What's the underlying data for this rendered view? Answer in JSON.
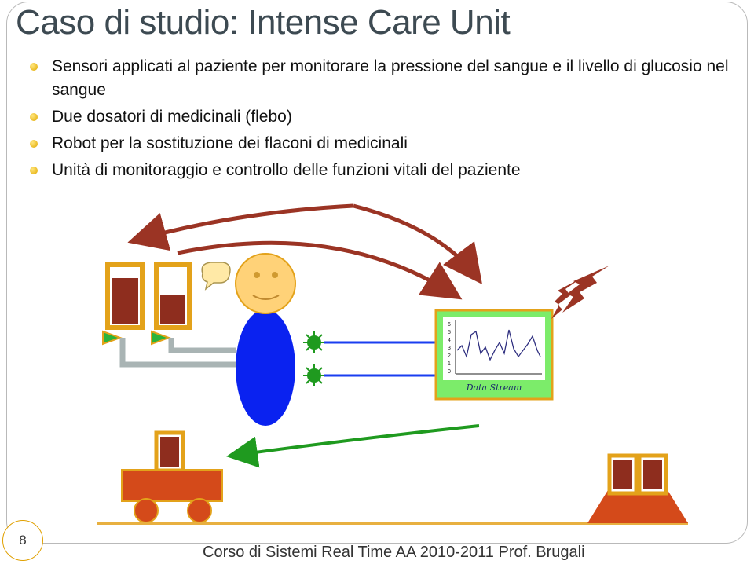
{
  "slide": {
    "title": "Caso di studio: Intense Care Unit",
    "bullets": [
      "Sensori applicati al paziente per monitorare la pressione del sangue e il livello di glucosio nel sangue",
      "Due dosatori di medicinali (flebo)",
      "Robot per la sostituzione dei flaconi di medicinali",
      "Unità di monitoraggio e controllo delle funzioni vitali del paziente"
    ],
    "footer": "Corso di Sistemi Real Time AA 2010-2011 Prof. Brugali",
    "page_number": "8"
  },
  "diagram": {
    "monitor_label": "Data Stream",
    "y_ticks": [
      "6",
      "5",
      "4",
      "3",
      "2",
      "1",
      "0"
    ]
  },
  "colors": {
    "title": "#3d4a52",
    "arrow": "#9b3424",
    "drug": "#8e2d1e",
    "frame_gold": "#e3a21a",
    "patient_body": "#0a22f0",
    "patient_face": "#ffd278",
    "sensor": "#1f9a1f",
    "link_line": "#1a3df0",
    "monitor_bg": "#7cec6a",
    "robot": "#d44a1a",
    "rail": "#e8b040",
    "pipe": "#a9b4b4"
  }
}
